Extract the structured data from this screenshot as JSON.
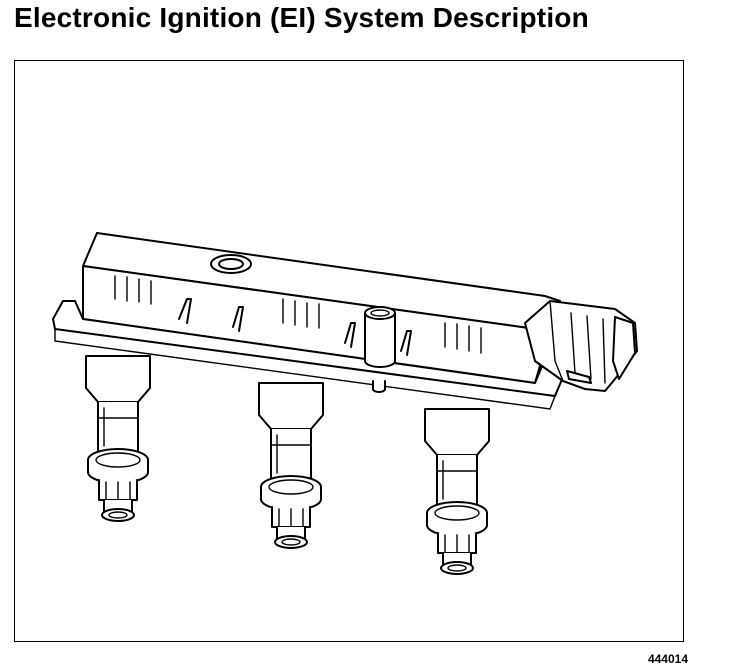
{
  "document": {
    "title": "Electronic Ignition (EI) System Description",
    "figure": {
      "id": "444014",
      "subject": "ignition-coil-assembly",
      "coil_count": 3
    }
  }
}
